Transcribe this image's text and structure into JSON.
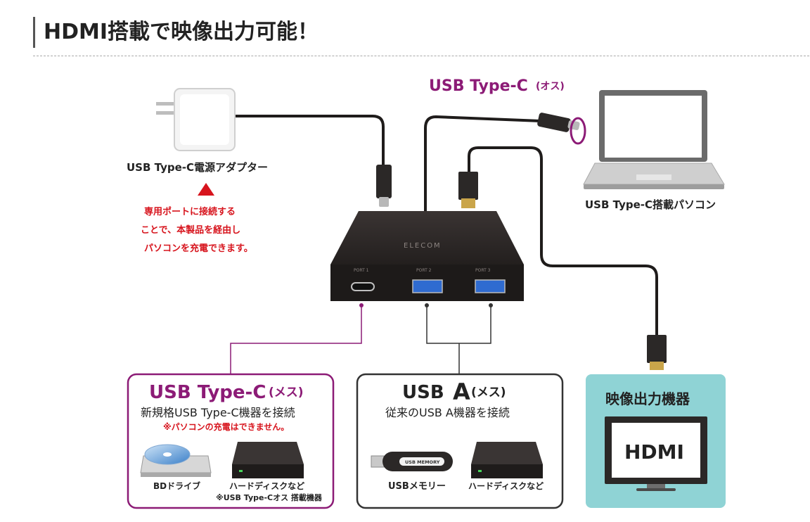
{
  "heading": "HDMI搭載で映像出力可能！",
  "labels": {
    "usbc_male": "USB Type-C",
    "usbc_male_suffix": "(オス)",
    "adapter": "USB Type-C電源アダプター",
    "adapter_note": [
      "専用ポートに接続する",
      "ことで、本製品を経由し",
      "パソコンを充電できます。"
    ],
    "laptop": "USB Type-C搭載パソコン",
    "hub_brand": "ELECOM",
    "port1": "PORT 1",
    "port2": "PORT 2",
    "port3": "PORT 3"
  },
  "boxes": {
    "usbc_female": {
      "title": "USB Type-C",
      "title_suffix": "(メス)",
      "subtitle": "新規格USB Type-C機器を接続",
      "note": "※パソコンの充電はできません。",
      "item1": "BDドライブ",
      "item2": "ハードディスクなど",
      "item2_note": "※USB Type-Cオス 搭載機器"
    },
    "usba_female": {
      "title": "USB",
      "title_letter": "A",
      "title_suffix": "(メス)",
      "subtitle": "従来のUSB A機器を接続",
      "item1": "USBメモリー",
      "item1_text": "USB MEMORY",
      "item2": "ハードディスクなど"
    },
    "video": {
      "title": "映像出力機器",
      "screen_text": "HDMI"
    }
  },
  "colors": {
    "accent_magenta": "#8c1b76",
    "red": "#d7141d",
    "teal": "#8fd3d5",
    "hub": "#2c2726"
  }
}
